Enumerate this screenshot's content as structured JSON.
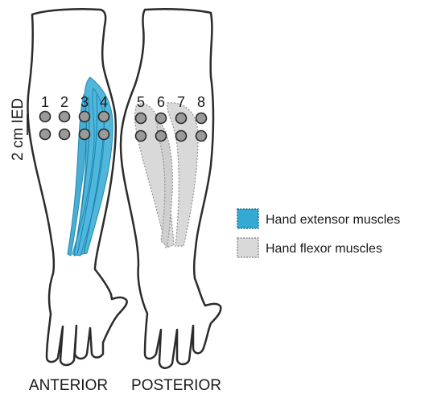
{
  "ied_label": "2 cm IED",
  "views": {
    "anterior": "ANTERIOR",
    "posterior": "POSTERIOR"
  },
  "electrode_numbers": [
    "1",
    "2",
    "3",
    "4",
    "5",
    "6",
    "7",
    "8"
  ],
  "legend": {
    "extensor": "Hand extensor muscles",
    "flexor": "Hand flexor muscles"
  },
  "colors": {
    "extensor": "#33a9d4",
    "flexor": "#d9d9d9",
    "outline": "#2b2b2b",
    "electrode": "#9a9a9a"
  },
  "icons": {
    "extensor_swatch": "blue-square-swatch",
    "flexor_swatch": "gray-square-swatch"
  }
}
